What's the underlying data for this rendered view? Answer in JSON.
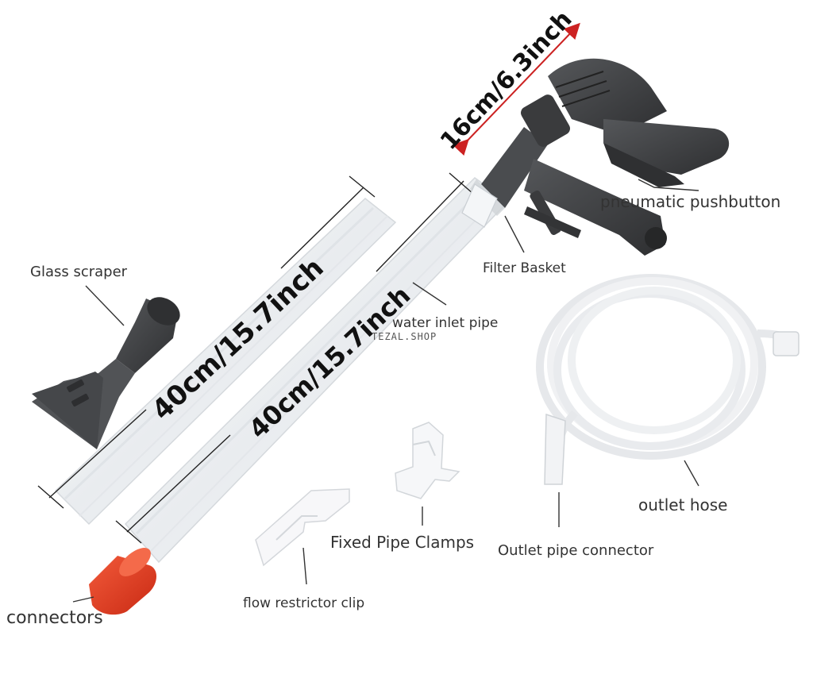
{
  "labels": {
    "pushbutton": "pneumatic pushbutton",
    "glass_scraper": "Glass scraper",
    "filter_basket": "Filter Basket",
    "water_inlet_pipe": "water inlet pipe",
    "outlet_hose": "outlet hose",
    "fixed_pipe_clamps": "Fixed Pipe Clamps",
    "outlet_pipe_connector": "Outlet pipe connector",
    "flow_restrictor_clip": "flow restrictor clip",
    "connectors": "connectors"
  },
  "dimensions": {
    "handle_length": "16cm/6.3inch",
    "pipe_1_length": "40cm/15.7inch",
    "pipe_2_length": "40cm/15.7inch"
  },
  "watermark": "TEZAL.SHOP",
  "colors": {
    "handle": "#3a3b3d",
    "scraper": "#4a4b4d",
    "connector_cap": "#e53a1f",
    "arrow": "#cc2222",
    "pipe": "#eef0f2",
    "hose": "#f2f3f5"
  }
}
